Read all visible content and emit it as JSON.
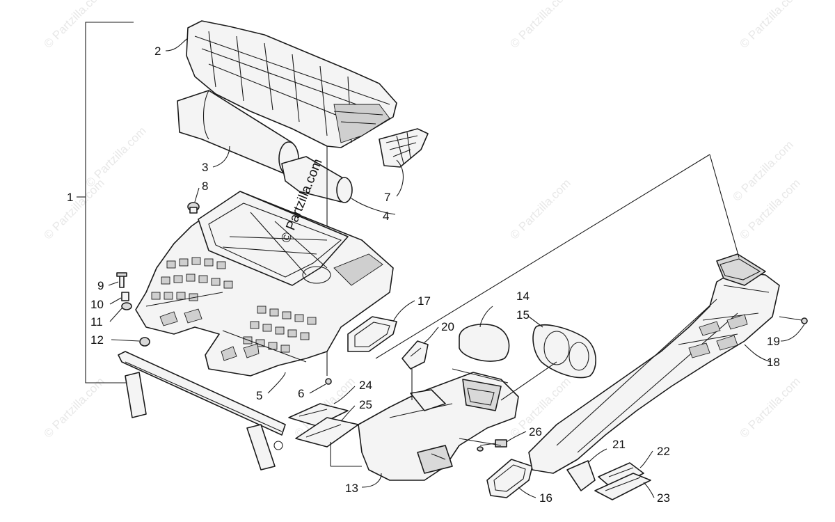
{
  "watermarks": [
    "© Partzilla.com",
    "© Partzilla.com",
    "© Partzilla.com",
    "© Partzilla.com",
    "© Partzilla.com",
    "© Partzilla.com",
    "© Partzilla.com",
    "© Partzilla.com",
    "© Partzilla.com",
    "© Partzilla.com",
    "© Partzilla.com",
    "© Partzilla.com"
  ],
  "center_watermark": "© Partzilla.com",
  "callouts": [
    "1",
    "2",
    "3",
    "4",
    "5",
    "6",
    "7",
    "8",
    "9",
    "10",
    "11",
    "12",
    "13",
    "14",
    "15",
    "16",
    "17",
    "18",
    "19",
    "20",
    "21",
    "22",
    "23",
    "24",
    "25",
    "26"
  ]
}
